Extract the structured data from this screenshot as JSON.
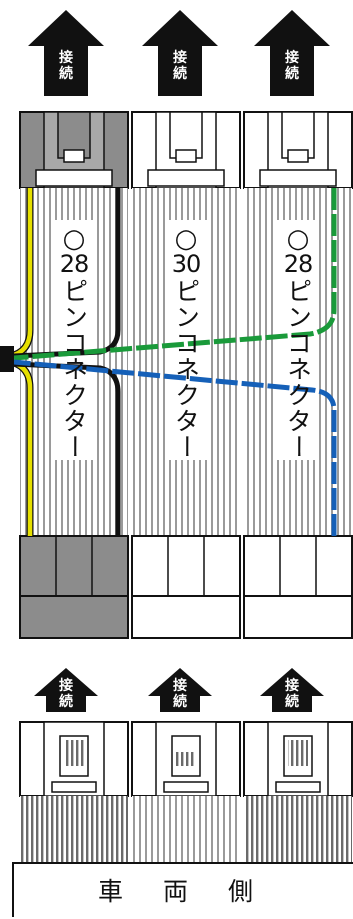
{
  "connect_label": "接続",
  "connectors": [
    {
      "circle": "○",
      "pins": "28",
      "text": "ピンコネクター",
      "body_color": "#8c8c8c",
      "wire_color": "#e6e000"
    },
    {
      "circle": "○",
      "pins": "30",
      "text": "ピンコネクター",
      "body_color": "#ffffff",
      "wire_color": ""
    },
    {
      "circle": "○",
      "pins": "28",
      "text": "ピンコネクター",
      "body_color": "#ffffff",
      "wire_color": "#1a9a3a"
    }
  ],
  "side_label": "車 両 側",
  "colors": {
    "outline": "#111111",
    "green_wire": "#1a9a3a",
    "blue_wire": "#1560b8",
    "yellow_wire": "#e6e000",
    "black_wire": "#111111"
  }
}
